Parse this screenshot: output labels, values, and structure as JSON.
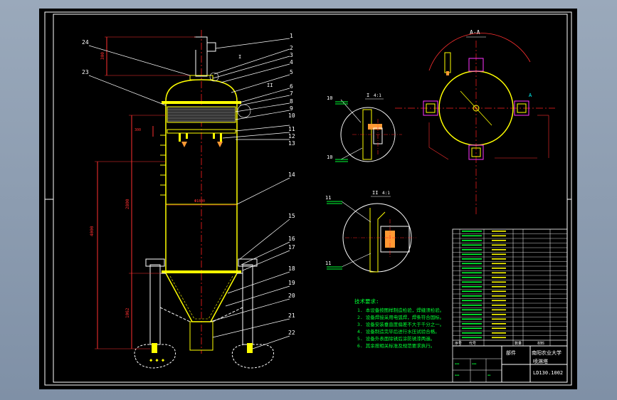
{
  "drawing": {
    "section_label": "A-A",
    "detail_1_label": "I",
    "detail_1_scale": "4:1",
    "detail_2_label": "II",
    "detail_2_scale": "4:1",
    "part_numbers": [
      "1",
      "2",
      "3",
      "4",
      "5",
      "6",
      "7",
      "8",
      "9",
      "10",
      "11",
      "12",
      "13",
      "14",
      "15",
      "16",
      "17",
      "18",
      "19",
      "20",
      "21",
      "22",
      "23",
      "24"
    ],
    "dims": {
      "overall_height": "4000",
      "shell_length": "2800",
      "lower_height": "1062",
      "diameter": "Φ1800",
      "top_dim": "300",
      "small_dim": "300"
    },
    "tech_requirements_title": "技术要求:",
    "tech_requirements": [
      "1. 本设备按图样制造检验，焊缝须检验。",
      "2. 设备焊接采用电弧焊，焊条符合国标。",
      "3. 设备安装垂直度偏差不大于千分之一。",
      "4. 设备制造完毕后进行水压试验合格。",
      "5. 设备外表面除锈后涂防锈漆两遍。",
      "6. 其余按相关标准及规范要求执行。"
    ],
    "title_block": {
      "school": "南阳农业大学",
      "name": "喷淋塔",
      "drawing_no": "LD130.1002",
      "part_label": "部件",
      "seq": "序号",
      "code": "代号",
      "qty": "数量",
      "mat": "材料"
    }
  },
  "colors": {
    "sheet": "#000000",
    "outline": "#ffffff",
    "vessel": "#ffff00",
    "dim": "#ff3030",
    "center": "#ff2020",
    "leader": "#ffffff",
    "green": "#00ff33",
    "magenta": "#ff33ff",
    "cyan": "#00ffff"
  }
}
